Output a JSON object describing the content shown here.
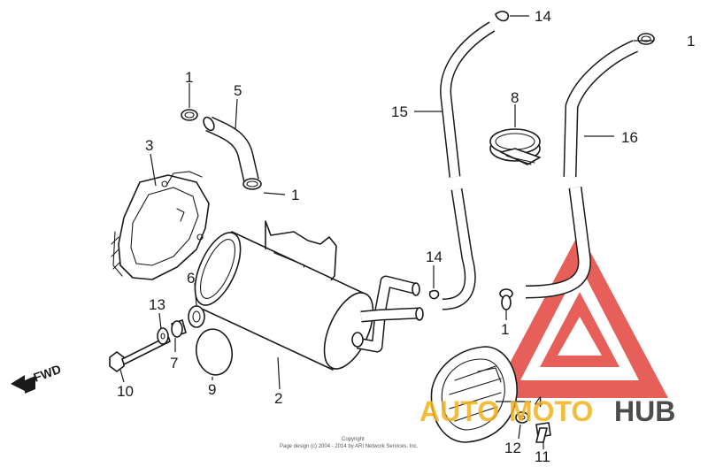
{
  "callouts": {
    "c1a": "1",
    "c1b": "1",
    "c1c": "1",
    "c1d": "1",
    "c2": "2",
    "c3": "3",
    "c4": "4",
    "c5": "5",
    "c6": "6",
    "c7": "7",
    "c8": "8",
    "c9": "9",
    "c10": "10",
    "c11": "11",
    "c12": "12",
    "c13": "13",
    "c14a": "14",
    "c14b": "14",
    "c15": "15",
    "c16": "16"
  },
  "fwd_label": "FWD",
  "copyright": {
    "line1": "Copyright",
    "line2": "Page design (c) 2004 - 2014 by ARI Network Services, Inc."
  },
  "watermark": {
    "text_auto": "AUTO",
    "text_moto": "MOTO",
    "text_hub": "HUB",
    "colors": {
      "red": "#e0332b",
      "gold": "#f2b21a",
      "dark": "#2d2d2d"
    }
  }
}
